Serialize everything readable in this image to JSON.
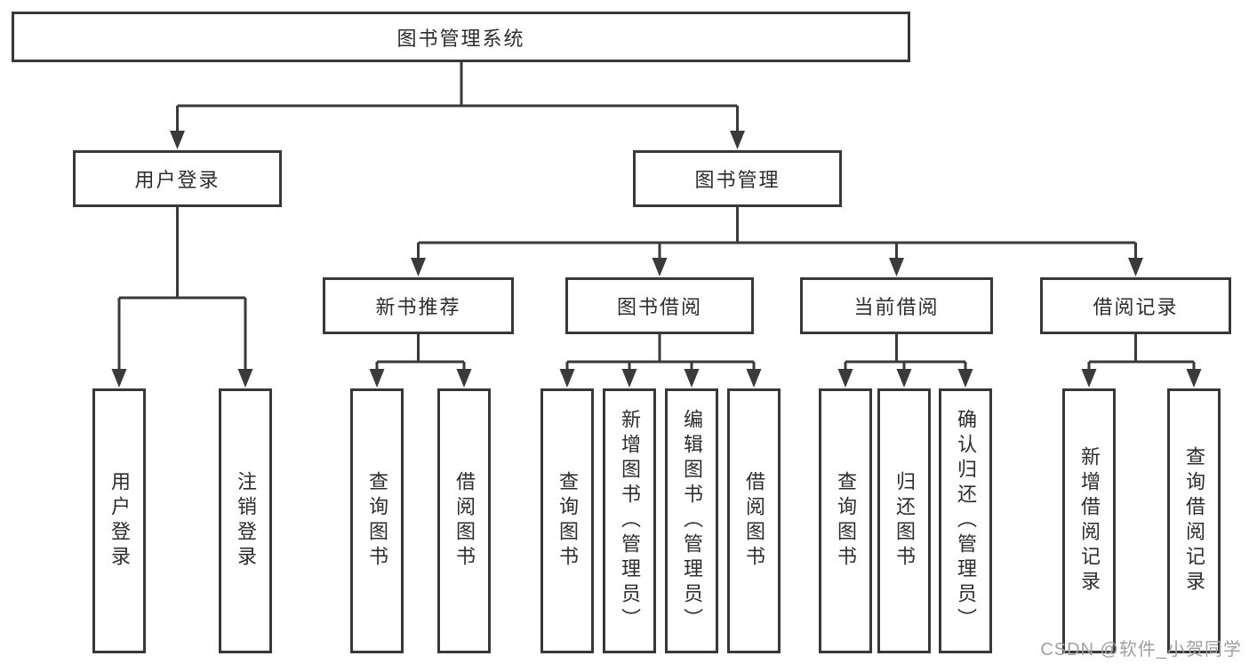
{
  "diagram": {
    "root": {
      "label": "图书管理系统"
    },
    "branches": [
      {
        "label": "用户登录",
        "children": [
          {
            "label": "用户登录"
          },
          {
            "label": "注销登录"
          }
        ]
      },
      {
        "label": "图书管理",
        "children": [
          {
            "label": "新书推荐",
            "children": [
              {
                "label": "查询图书"
              },
              {
                "label": "借阅图书"
              }
            ]
          },
          {
            "label": "图书借阅",
            "children": [
              {
                "label": "查询图书"
              },
              {
                "label": "新增图书（管理员）"
              },
              {
                "label": "编辑图书（管理员）"
              },
              {
                "label": "借阅图书"
              }
            ]
          },
          {
            "label": "当前借阅",
            "children": [
              {
                "label": "查询图书"
              },
              {
                "label": "归还图书"
              },
              {
                "label": "确认归还（管理员）"
              }
            ]
          },
          {
            "label": "借阅记录",
            "children": [
              {
                "label": "新增借阅记录"
              },
              {
                "label": "查询借阅记录"
              }
            ]
          }
        ]
      }
    ]
  },
  "watermark": {
    "text": "CSDN @软件_小贺同学"
  },
  "colors": {
    "line": "#3a3a3a",
    "box_border": "#383838",
    "text": "#2d2d2d",
    "watermark": "#a0a0a0",
    "background": "#ffffff"
  }
}
